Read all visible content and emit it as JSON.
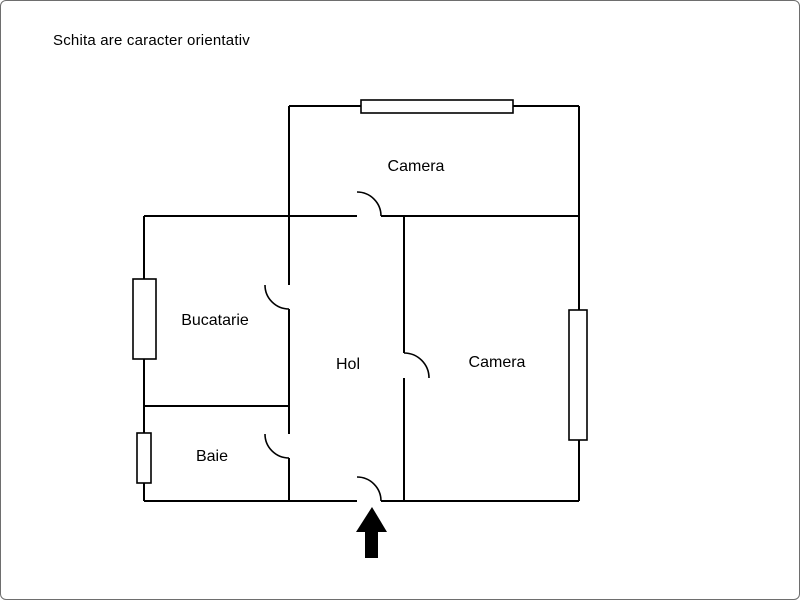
{
  "page": {
    "disclaimer": "Schita are caracter orientativ"
  },
  "floorplan": {
    "rooms": [
      {
        "label": "Camera"
      },
      {
        "label": "Bucatarie"
      },
      {
        "label": "Hol"
      },
      {
        "label": "Camera"
      },
      {
        "label": "Baie"
      }
    ],
    "colors": {
      "line": "#000000",
      "background": "#ffffff",
      "border": "#6e6e6e",
      "arrow": "#000000"
    }
  }
}
